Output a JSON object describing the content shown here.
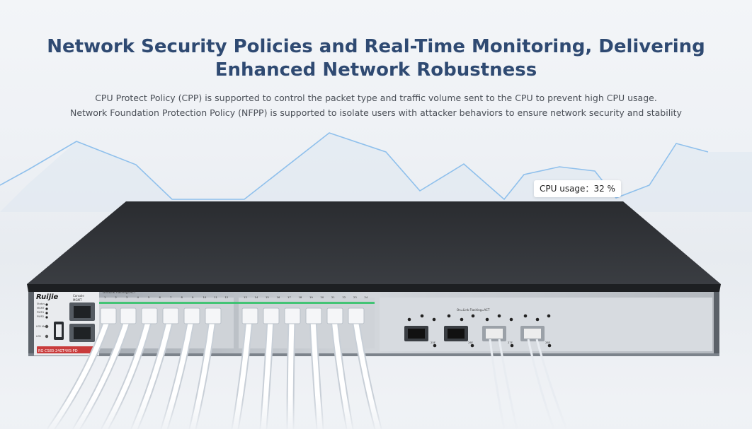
{
  "headline": "Network Security Policies and Real-Time Monitoring, Delivering Enhanced Network Robustness",
  "description": [
    "CPU Protect Policy (CPP) is supported to control the packet type and traffic volume sent to the CPU to prevent high CPU usage.",
    "Network Foundation Protection Policy (NFPP) is supported to isolate users with attacker behaviors to ensure network security and stability"
  ],
  "cpu_label": "CPU usage：",
  "cpu_value": "32 %",
  "device": {
    "brand": "Ruijie",
    "model": "RG-CS83-24GT4XS-PD",
    "console_label": "Console",
    "mgmt_label": "MGMT",
    "status_leds": [
      "Status",
      "MGMT",
      "PWR1",
      "PWR2"
    ],
    "led_mode_label": "LED Mode",
    "led_label": "LED",
    "port_legend": "On=Link  Flashing=ACT",
    "port_numbers": [
      "1",
      "2",
      "3",
      "4",
      "5",
      "6",
      "7",
      "8",
      "9",
      "10",
      "11",
      "12",
      "13",
      "14",
      "15",
      "16",
      "17",
      "18",
      "19",
      "20",
      "21",
      "22",
      "23",
      "24"
    ],
    "sfp_legend": "On=Link  Flashing=ACT",
    "sfp_labels": [
      "25F",
      "26F",
      "27F",
      "28F"
    ]
  },
  "colors": {
    "headline": "#2f4a72",
    "line": "#8fc0ec",
    "led_green": "#33c26a"
  }
}
